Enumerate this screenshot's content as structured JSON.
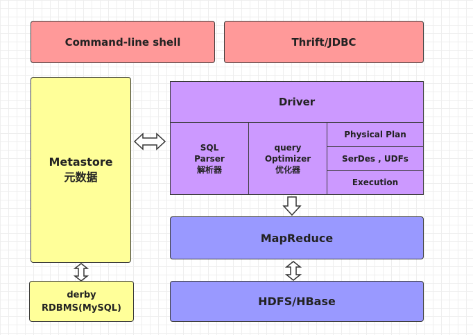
{
  "top": {
    "cli": "Command-line shell",
    "thrift": "Thrift/JDBC"
  },
  "metastore": {
    "title": "Metastore",
    "subtitle": "元数据"
  },
  "storage": {
    "line1": "derby",
    "line2": "RDBMS(MySQL)"
  },
  "driver": {
    "title": "Driver",
    "parser": [
      "SQL",
      "Parser",
      "解析器"
    ],
    "optimizer": [
      "query",
      "Optimizer",
      "优化器"
    ],
    "physical_plan": "Physical Plan",
    "serdes": "SerDes , UDFs",
    "execution": "Execution"
  },
  "mapreduce": "MapReduce",
  "hdfs": "HDFS/HBase",
  "colors": {
    "pink": "#ff9999",
    "yellow": "#ffff99",
    "purple": "#cc99ff",
    "blue": "#9999ff"
  }
}
